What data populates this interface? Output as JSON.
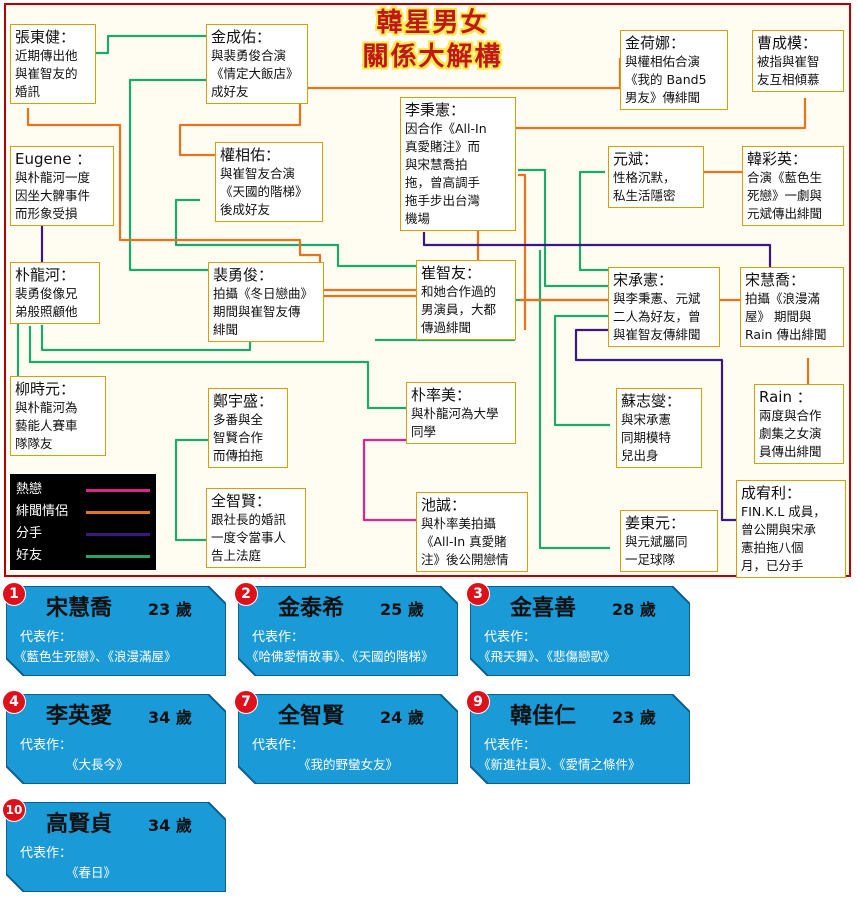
{
  "title_line1": "韓星男女",
  "title_line2": "關係大解構",
  "legend": {
    "items": [
      {
        "label": "熱戀",
        "color": "#e0238c"
      },
      {
        "label": "緋聞情侶",
        "color": "#e8731e"
      },
      {
        "label": "分手",
        "color": "#3b1880"
      },
      {
        "label": "好友",
        "color": "#1ea86e"
      }
    ]
  },
  "nodes": {
    "zhang": {
      "name": "張東健：",
      "desc": [
        "近期傳出他",
        "與崔智友的",
        "婚訊"
      ]
    },
    "jincheng": {
      "name": "金成佑：",
      "desc": [
        "與裴勇俊合演",
        "《情定大飯店》",
        "成好友"
      ]
    },
    "jinhena": {
      "name": "金荷娜：",
      "desc": [
        "與權相佑合演",
        "《我的 Band5",
        "男友》傳緋聞"
      ]
    },
    "cao": {
      "name": "曹成模：",
      "desc": [
        "被指與崔智",
        "友互相傾慕"
      ]
    },
    "eugene": {
      "name": "Eugene ：",
      "desc": [
        "與朴龍河一度",
        "因坐大髀事件",
        "而形象受損"
      ]
    },
    "kwon": {
      "name": "權相佑：",
      "desc": [
        "與崔智友合演",
        "《天國的階梯》",
        "後成好友"
      ]
    },
    "lee": {
      "name": "李秉憲：",
      "desc": [
        "因合作《All-In",
        "真愛賭注》而",
        "與宋慧喬拍",
        "拖，曾高調手",
        "拖手步出台灣",
        "機場"
      ]
    },
    "wonbin": {
      "name": "元斌：",
      "desc": [
        "性格沉默，",
        "私生活隱密"
      ]
    },
    "han": {
      "name": "韓彩英：",
      "desc": [
        "合演《藍色生",
        "死戀》一劇與",
        "元斌傳出緋聞"
      ]
    },
    "park_yh": {
      "name": "朴龍河：",
      "desc": [
        "裴勇俊像兄",
        "弟般照顧他"
      ]
    },
    "bae": {
      "name": "裴勇俊：",
      "desc": [
        "拍攝《冬日戀曲》",
        "期間與崔智友傳",
        "緋聞"
      ]
    },
    "choi": {
      "name": "崔智友：",
      "desc": [
        "和她合作過的",
        "男演員，大都",
        "傳過緋聞"
      ]
    },
    "song_sh": {
      "name": "宋承憲：",
      "desc": [
        "與李秉憲、元斌",
        "二人為好友，曾",
        "與崔智友傳緋聞"
      ]
    },
    "song_hk": {
      "name": "宋慧喬：",
      "desc": [
        "拍攝《浪漫滿",
        "屋》 期間與",
        "Rain 傳出緋聞"
      ]
    },
    "liu": {
      "name": "柳時元：",
      "desc": [
        "與朴龍河為",
        "藝能人賽車",
        "隊隊友"
      ]
    },
    "zheng": {
      "name": "鄭宇盛：",
      "desc": [
        "多番與全",
        "智賢合作",
        "而傳拍拖"
      ]
    },
    "park_sm": {
      "name": "朴率美：",
      "desc": [
        "與朴龍河為大學",
        "同學"
      ]
    },
    "su": {
      "name": "蘇志燮：",
      "desc": [
        "與宋承憲",
        "同期模特",
        "兒出身"
      ]
    },
    "rain": {
      "name": "Rain ：",
      "desc": [
        "兩度與合作",
        "劇集之女演",
        "員傳出緋聞"
      ]
    },
    "jeon": {
      "name": "全智賢：",
      "desc": [
        "跟社長的婚訊",
        "一度令當事人",
        "告上法庭"
      ]
    },
    "chi": {
      "name": "池誠：",
      "desc": [
        "與朴率美拍攝",
        "《All-In 真愛賭",
        "注》後公開戀情"
      ]
    },
    "jiang": {
      "name": "姜東元：",
      "desc": [
        "與元斌屬同",
        "一足球隊"
      ]
    },
    "cheng": {
      "name": "成宥利：",
      "desc": [
        "FIN.K.L 成員，",
        "曾公開與宋承",
        "憲拍拖八個",
        "月，已分手"
      ]
    }
  },
  "cards": [
    {
      "num": "1",
      "name": "宋慧喬",
      "age": "23 歲",
      "works_label": "代表作：",
      "works": "《藍色生死戀》、《浪漫滿屋》"
    },
    {
      "num": "2",
      "name": "金泰希",
      "age": "25 歲",
      "works_label": "代表作：",
      "works": "《哈佛愛情故事》、《天國的階梯》"
    },
    {
      "num": "3",
      "name": "金喜善",
      "age": "28 歲",
      "works_label": "代表作：",
      "works": "《飛天舞》、《悲傷戀歌》"
    },
    {
      "num": "4",
      "name": "李英愛",
      "age": "34 歲",
      "works_label": "代表作：",
      "works": "《大長今》"
    },
    {
      "num": "7",
      "name": "全智賢",
      "age": "24 歲",
      "works_label": "代表作：",
      "works": "《我的野蠻女友》"
    },
    {
      "num": "9",
      "name": "韓佳仁",
      "age": "23 歲",
      "works_label": "代表作：",
      "works": "《新進社員》、《愛情之條件》"
    },
    {
      "num": "10",
      "name": "高賢貞",
      "age": "34 歲",
      "works_label": "代表作：",
      "works": "《春日》"
    }
  ]
}
